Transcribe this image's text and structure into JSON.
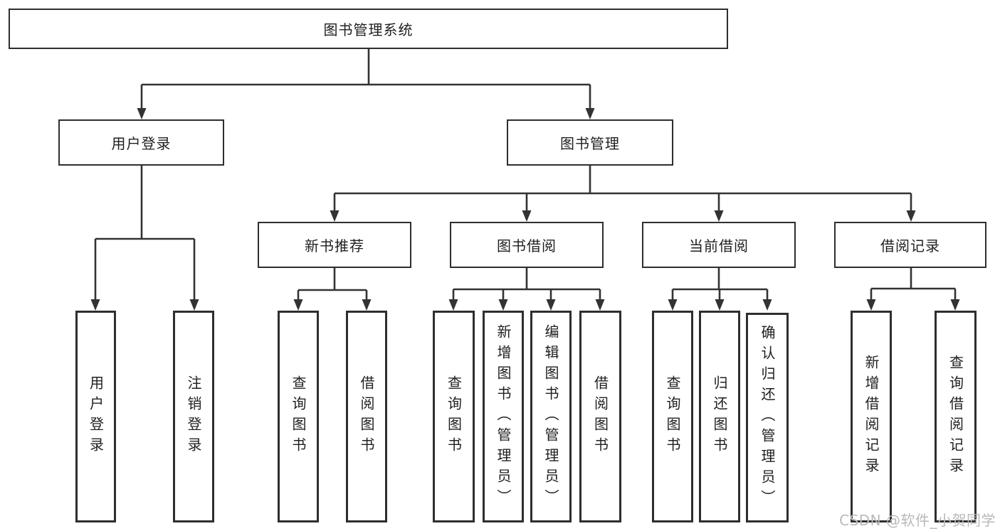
{
  "diagram": {
    "root": "图书管理系统",
    "branches": {
      "user_login": {
        "label": "用户登录",
        "children": [
          "用户登录",
          "注销登录"
        ]
      },
      "book_mgmt": {
        "label": "图书管理",
        "groups": [
          {
            "label": "新书推荐",
            "children": [
              "查询图书",
              "借阅图书"
            ]
          },
          {
            "label": "图书借阅",
            "children": [
              "查询图书",
              "新增图书（管理员）",
              "编辑图书（管理员）",
              "借阅图书"
            ]
          },
          {
            "label": "当前借阅",
            "children": [
              "查询图书",
              "归还图书",
              "确认归还（管理员）"
            ]
          },
          {
            "label": "借阅记录",
            "children": [
              "新增借阅记录",
              "查询借阅记录"
            ]
          }
        ]
      }
    }
  },
  "watermark": "CSDN @软件_小贺同学",
  "colors": {
    "line": "#333333",
    "border": "#2e2e2e",
    "text": "#1f1f1f",
    "background": "#ffffff",
    "watermark": "#b9b9b9"
  }
}
